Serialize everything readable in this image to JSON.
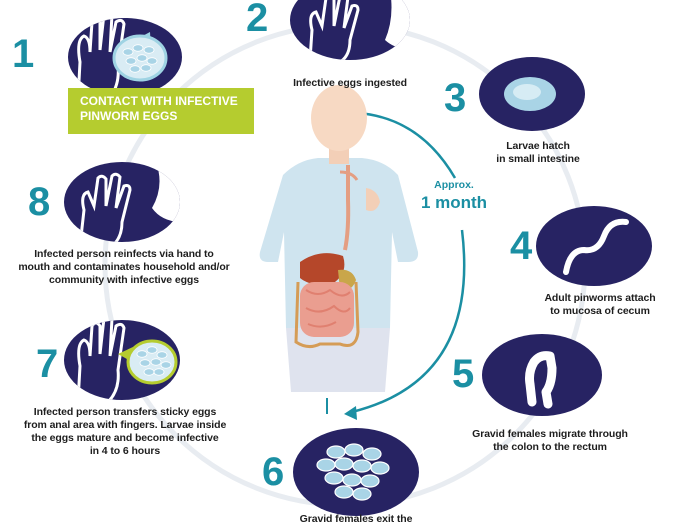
{
  "colors": {
    "navy": "#272363",
    "teal": "#1b8fa3",
    "ring": "#e8ecf1",
    "green_label": "#b5cc2f",
    "egg": "#a9d4e6",
    "caption": "#1e1e1e"
  },
  "highlight": {
    "line1": "CONTACT WITH INFECTIVE",
    "line2": "PINWORM EGGS"
  },
  "center": {
    "approx_label": "Approx.",
    "duration": "1 month"
  },
  "steps": [
    {
      "number": "1",
      "icon": "hand-with-eggs-icon",
      "lines": []
    },
    {
      "number": "2",
      "icon": "hand-to-mouth-icon",
      "lines": [
        "Infective eggs ingested"
      ]
    },
    {
      "number": "3",
      "icon": "larva-egg-icon",
      "lines": [
        "Larvae hatch",
        "in small intestine"
      ]
    },
    {
      "number": "4",
      "icon": "adult-worm-icon",
      "lines": [
        "Adult pinworms attach",
        "to mucosa of cecum"
      ]
    },
    {
      "number": "5",
      "icon": "colon-icon",
      "lines": [
        "Gravid females migrate through",
        "the colon to the rectum"
      ]
    },
    {
      "number": "6",
      "icon": "egg-cluster-icon",
      "lines": [
        "Gravid females exit the"
      ]
    },
    {
      "number": "7",
      "icon": "hand-sticky-eggs-icon",
      "lines": [
        "Infected person transfers sticky eggs",
        "from anal area with fingers. Larvae inside",
        "the eggs mature and become infective",
        "in 4 to 6 hours"
      ]
    },
    {
      "number": "8",
      "icon": "hand-to-mouth-reinfect-icon",
      "lines": [
        "Infected person reinfects via hand to",
        "mouth and contaminates household and/or",
        "community with infective eggs"
      ]
    }
  ]
}
